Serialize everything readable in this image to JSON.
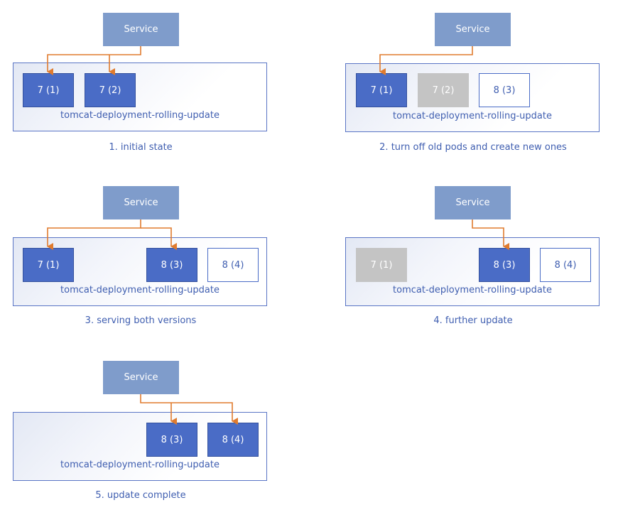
{
  "service_label": "Service",
  "deployment_label": "tomcat-deployment-rolling-update",
  "colors": {
    "service": "#7f9ccb",
    "active_pod": "#4a6cc6",
    "off_pod": "#c4c4c4",
    "arrow": "#e07b2e",
    "text": "#3f5eb0"
  },
  "panels": [
    {
      "caption": "1. initial state",
      "pods": [
        {
          "label": "7 (1)",
          "state": "active"
        },
        {
          "label": "7 (2)",
          "state": "active"
        }
      ]
    },
    {
      "caption": "2. turn off old pods and create new ones",
      "pods": [
        {
          "label": "7 (1)",
          "state": "active"
        },
        {
          "label": "7 (2)",
          "state": "off"
        },
        {
          "label": "8 (3)",
          "state": "new"
        }
      ]
    },
    {
      "caption": "3. serving both versions",
      "pods": [
        {
          "label": "7 (1)",
          "state": "active"
        },
        {
          "label": "8 (3)",
          "state": "active"
        },
        {
          "label": "8 (4)",
          "state": "new"
        }
      ]
    },
    {
      "caption": "4. further update",
      "pods": [
        {
          "label": "7 (1)",
          "state": "off"
        },
        {
          "label": "8 (3)",
          "state": "active"
        },
        {
          "label": "8 (4)",
          "state": "new"
        }
      ]
    },
    {
      "caption": "5. update complete",
      "pods": [
        {
          "label": "8 (3)",
          "state": "active"
        },
        {
          "label": "8 (4)",
          "state": "active"
        }
      ]
    }
  ]
}
